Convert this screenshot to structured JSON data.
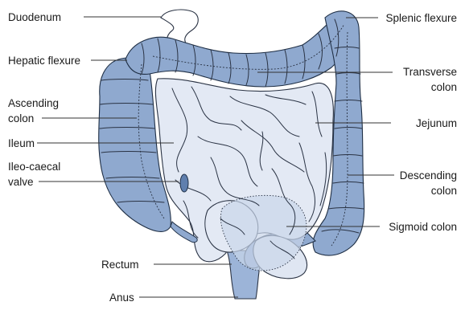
{
  "figure": {
    "labels": {
      "duodenum": "Duodenum",
      "hepatic_flexure": "Hepatic flexure",
      "ascending_colon_1": "Ascending",
      "ascending_colon_2": "colon",
      "ileum": "Ileum",
      "ileo_caecal_1": "Ileo-caecal",
      "ileo_caecal_2": "valve",
      "rectum": "Rectum",
      "anus": "Anus",
      "splenic_flexure": "Splenic flexure",
      "transverse_colon_1": "Transverse",
      "transverse_colon_2": "colon",
      "jejunum": "Jejunum",
      "descending_colon_1": "Descending",
      "descending_colon_2": "colon",
      "sigmoid_colon": "Sigmoid colon"
    },
    "colors": {
      "colon_fill": "#8fa9cf",
      "small_intestine_fill": "#e3e9f4",
      "rectum_fill": "#9cb4d8",
      "line": "#2a3344"
    }
  }
}
